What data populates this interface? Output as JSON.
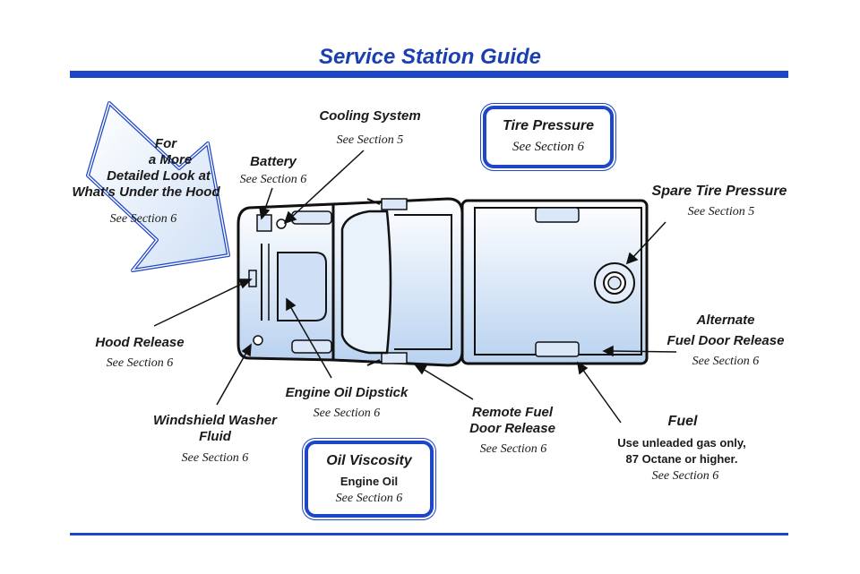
{
  "header": {
    "title": "Service Station Guide"
  },
  "arrow_callout": {
    "line1": "For",
    "line2": "a More",
    "line3": "Detailed Look at",
    "line4": "What's Under the Hood",
    "see": "See Section 6"
  },
  "labels": {
    "battery": {
      "title": "Battery",
      "see": "See Section 6"
    },
    "cooling": {
      "title": "Cooling System",
      "see": "See Section 5"
    },
    "spare_tire": {
      "title": "Spare Tire Pressure",
      "see": "See Section 5"
    },
    "alt_fuel_door": {
      "title1": "Alternate",
      "title2": "Fuel Door Release",
      "see": "See Section 6"
    },
    "hood_release": {
      "title": "Hood Release",
      "see": "See Section 6"
    },
    "engine_oil": {
      "title": "Engine Oil Dipstick",
      "see": "See Section 6"
    },
    "washer": {
      "title1": "Windshield Washer",
      "title2": "Fluid",
      "see": "See Section 6"
    },
    "remote_fuel": {
      "title1": "Remote Fuel",
      "title2": "Door Release",
      "see": "See Section 6"
    },
    "fuel": {
      "title": "Fuel",
      "line1": "Use unleaded gas only,",
      "line2": "87 Octane or higher.",
      "see": "See Section 6"
    }
  },
  "boxes": {
    "tire_pressure": {
      "title": "Tire Pressure",
      "see": "See Section 6"
    },
    "oil_viscosity": {
      "title": "Oil Viscosity",
      "sub": "Engine Oil",
      "see": "See Section 6"
    }
  },
  "colors": {
    "accent": "#1e46c8",
    "truck_fill": "#c8dcf4"
  }
}
